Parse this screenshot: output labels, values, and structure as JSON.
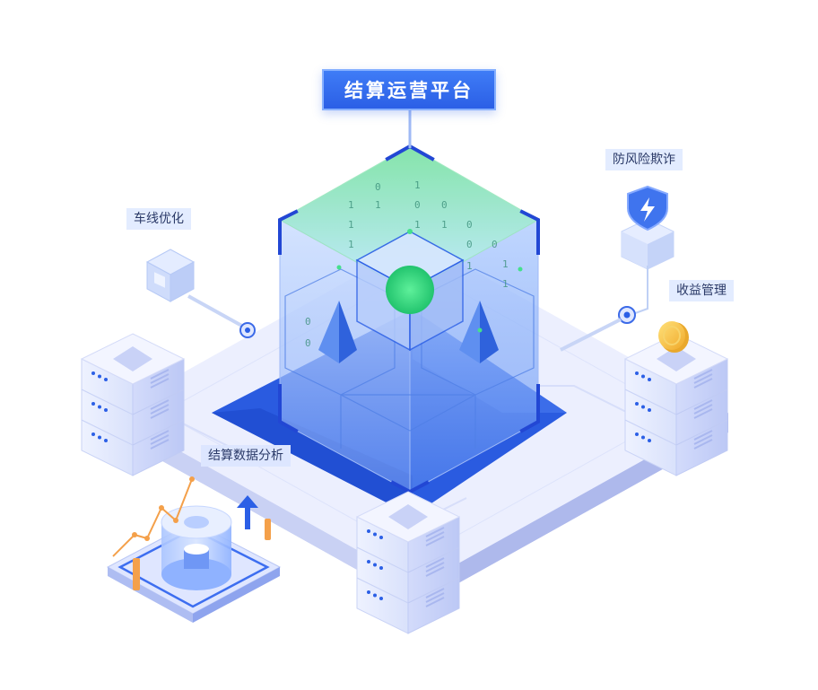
{
  "title": "结算运营平台",
  "labels": {
    "route": "车线优化",
    "anti_fraud": "防风险欺诈",
    "revenue": "收益管理",
    "analysis": "结算数据分析"
  },
  "matrix_digits": [
    "1",
    "0",
    "1",
    "0",
    "1",
    "1",
    "0",
    "0",
    "1",
    "1",
    "0",
    "0",
    "1",
    "0",
    "1",
    "1",
    "0",
    "1"
  ],
  "icons": [
    "shield-bolt-icon",
    "coin-icon",
    "arrow-up-icon",
    "line-chart-icon",
    "hollow-cube-icon"
  ],
  "colors": {
    "primary": "#2b5fe6",
    "accent_green": "#35d07f",
    "label_bg": "#e3ecff",
    "gold": "#f5c242",
    "orange": "#f4a04a"
  }
}
